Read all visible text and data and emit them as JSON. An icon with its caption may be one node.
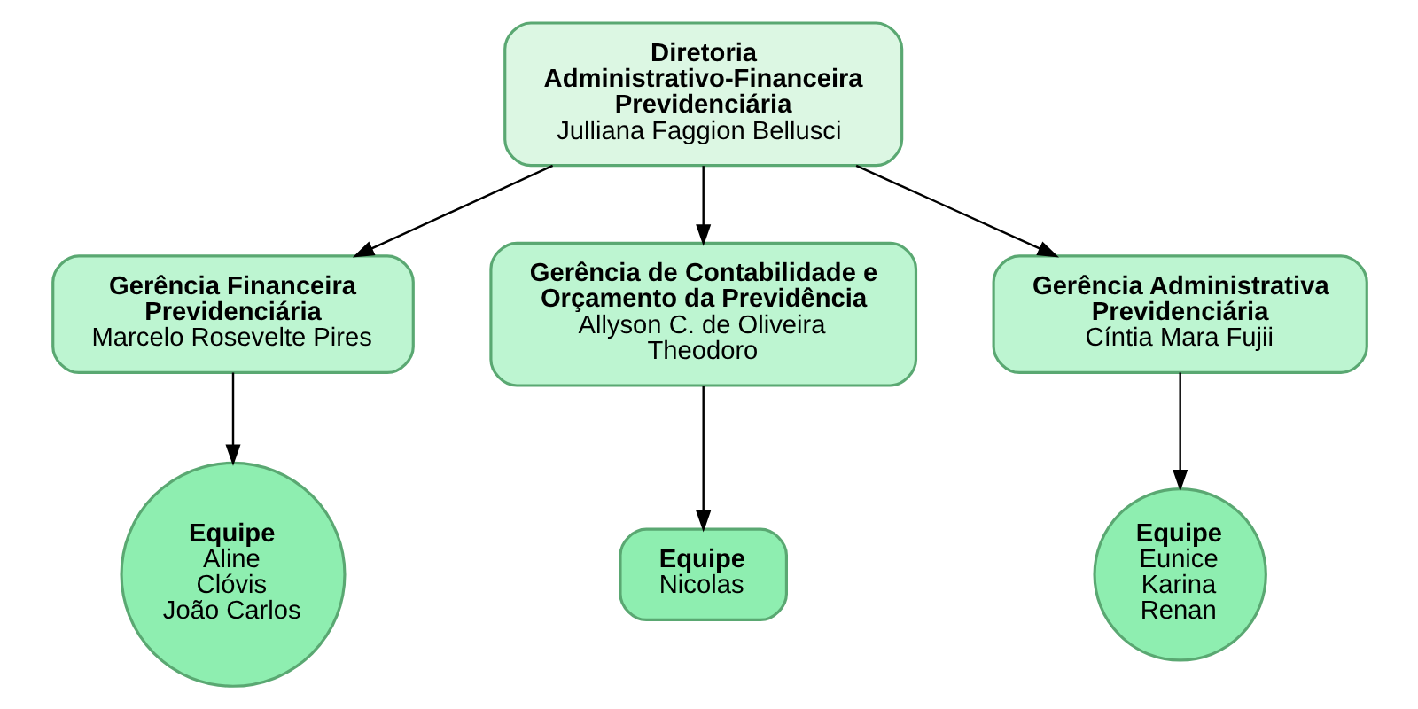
{
  "diagram": {
    "nodes": [
      {
        "text": [
          "Diretoria Administrativo-Financeira Previdenciária",
          "Julliana Faggion Bellusci"
        ]
      },
      {
        "text": [
          "Gerência Financeira Previdenciária",
          "Marcelo Rosevelte Pires"
        ]
      },
      {
        "text": [
          "Gerência de Contabilidade e Orçamento da Previdência",
          "Allyson C. de Oliveira Theodoro"
        ]
      },
      {
        "text": [
          "Gerência Administrativa Previdenciária",
          "Cíntia Mara Fujii"
        ]
      },
      {
        "text": [
          "Equipe",
          "Aline",
          "Clóvis",
          "João Carlos"
        ]
      },
      {
        "text": [
          "Equipe",
          "Nicolas"
        ]
      },
      {
        "text": [
          "Equipe",
          "Eunice",
          "Karina",
          "Renan"
        ]
      }
    ],
    "edges": [
      {
        "from": 0,
        "to": 1,
        "arrow": "to"
      },
      {
        "from": 0,
        "to": 2,
        "arrow": "to"
      },
      {
        "from": 0,
        "to": 3,
        "arrow": "to"
      },
      {
        "from": 1,
        "to": 4,
        "arrow": "to"
      },
      {
        "from": 2,
        "to": 5,
        "arrow": "to"
      },
      {
        "from": 3,
        "to": 6,
        "arrow": "to"
      }
    ]
  }
}
